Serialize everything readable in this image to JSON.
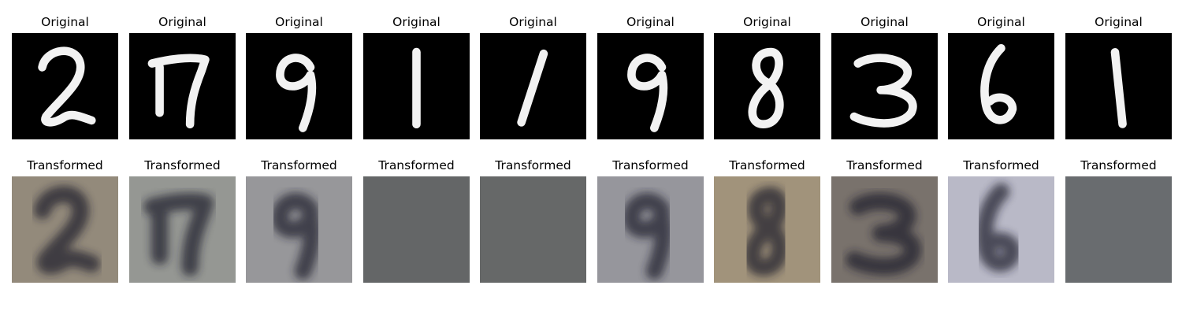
{
  "figure": {
    "panels": [
      {
        "original_title": "Original",
        "transformed_title": "Transformed",
        "digit": "2",
        "tint": "#8a8070"
      },
      {
        "original_title": "Original",
        "transformed_title": "Transformed",
        "digit": "7",
        "tint": "#8d8f8a"
      },
      {
        "original_title": "Original",
        "transformed_title": "Transformed",
        "digit": "9",
        "tint": "#8f8f92"
      },
      {
        "original_title": "Original",
        "transformed_title": "Transformed",
        "digit": "1",
        "tint": "#57595b"
      },
      {
        "original_title": "Original",
        "transformed_title": "Transformed",
        "digit": "1",
        "tint": "#5a5c5c"
      },
      {
        "original_title": "Original",
        "transformed_title": "Transformed",
        "digit": "9",
        "tint": "#8e8e94"
      },
      {
        "original_title": "Original",
        "transformed_title": "Transformed",
        "digit": "8",
        "tint": "#9a8a70"
      },
      {
        "original_title": "Original",
        "transformed_title": "Transformed",
        "digit": "3",
        "tint": "#6e6760"
      },
      {
        "original_title": "Original",
        "transformed_title": "Transformed",
        "digit": "6",
        "tint": "#b3b4c3"
      },
      {
        "original_title": "Original",
        "transformed_title": "Transformed",
        "digit": "1",
        "tint": "#5d6063"
      }
    ]
  }
}
